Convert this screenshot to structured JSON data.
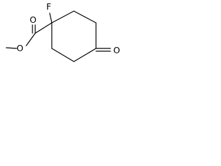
{
  "molecule": {
    "atoms": {
      "fluorine": "F",
      "ester_carbonyl_oxygen": "O",
      "ester_ether_oxygen": "O",
      "ketone_oxygen": "O"
    }
  }
}
